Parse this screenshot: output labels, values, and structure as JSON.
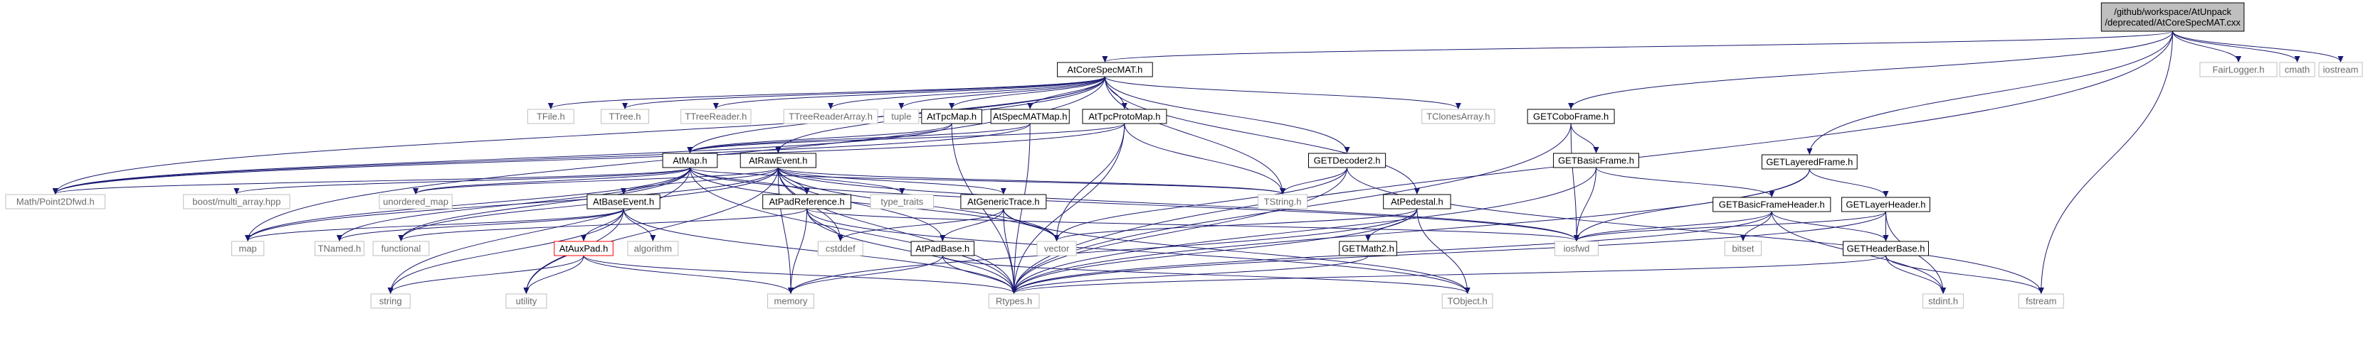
{
  "graph": {
    "nodes": [
      {
        "id": "root",
        "lines": [
          "/github/workspace/AtUnpack",
          "/deprecated/AtCoreSpecMAT.cxx"
        ],
        "kind": "focus"
      },
      {
        "id": "AtCoreSpecMAT",
        "lines": [
          "AtCoreSpecMAT.h"
        ],
        "kind": "normal"
      },
      {
        "id": "FairLogger",
        "lines": [
          "FairLogger.h"
        ],
        "kind": "external"
      },
      {
        "id": "cmath",
        "lines": [
          "cmath"
        ],
        "kind": "external"
      },
      {
        "id": "iostream",
        "lines": [
          "iostream"
        ],
        "kind": "external"
      },
      {
        "id": "TFile",
        "lines": [
          "TFile.h"
        ],
        "kind": "external"
      },
      {
        "id": "TTree",
        "lines": [
          "TTree.h"
        ],
        "kind": "external"
      },
      {
        "id": "TTreeReader",
        "lines": [
          "TTreeReader.h"
        ],
        "kind": "external"
      },
      {
        "id": "TTreeReaderArray",
        "lines": [
          "TTreeReaderArray.h"
        ],
        "kind": "external"
      },
      {
        "id": "tuple",
        "lines": [
          "tuple"
        ],
        "kind": "external"
      },
      {
        "id": "AtTpcMap",
        "lines": [
          "AtTpcMap.h"
        ],
        "kind": "normal"
      },
      {
        "id": "AtSpecMATMap",
        "lines": [
          "AtSpecMATMap.h"
        ],
        "kind": "normal"
      },
      {
        "id": "AtTpcProtoMap",
        "lines": [
          "AtTpcProtoMap.h"
        ],
        "kind": "normal"
      },
      {
        "id": "TClonesArray",
        "lines": [
          "TClonesArray.h"
        ],
        "kind": "external"
      },
      {
        "id": "GETCoboFrame",
        "lines": [
          "GETCoboFrame.h"
        ],
        "kind": "normal"
      },
      {
        "id": "GETBasicFrame",
        "lines": [
          "GETBasicFrame.h"
        ],
        "kind": "normal"
      },
      {
        "id": "GETLayeredFrame",
        "lines": [
          "GETLayeredFrame.h"
        ],
        "kind": "normal"
      },
      {
        "id": "GETDecoder2",
        "lines": [
          "GETDecoder2.h"
        ],
        "kind": "normal"
      },
      {
        "id": "AtMap",
        "lines": [
          "AtMap.h"
        ],
        "kind": "normal"
      },
      {
        "id": "AtRawEvent",
        "lines": [
          "AtRawEvent.h"
        ],
        "kind": "normal"
      },
      {
        "id": "MathPoint2Dfwd",
        "lines": [
          "Math/Point2Dfwd.h"
        ],
        "kind": "external"
      },
      {
        "id": "boostmulti",
        "lines": [
          "boost/multi_array.hpp"
        ],
        "kind": "external"
      },
      {
        "id": "unordered_map",
        "lines": [
          "unordered_map"
        ],
        "kind": "external"
      },
      {
        "id": "AtBaseEvent",
        "lines": [
          "AtBaseEvent.h"
        ],
        "kind": "normal"
      },
      {
        "id": "AtPadReference",
        "lines": [
          "AtPadReference.h"
        ],
        "kind": "normal"
      },
      {
        "id": "type_traits",
        "lines": [
          "type_traits"
        ],
        "kind": "external"
      },
      {
        "id": "AtGenericTrace",
        "lines": [
          "AtGenericTrace.h"
        ],
        "kind": "normal"
      },
      {
        "id": "TString",
        "lines": [
          "TString.h"
        ],
        "kind": "external"
      },
      {
        "id": "AtPedestal",
        "lines": [
          "AtPedestal.h"
        ],
        "kind": "normal"
      },
      {
        "id": "GETBasicFrameHeader",
        "lines": [
          "GETBasicFrameHeader.h"
        ],
        "kind": "normal"
      },
      {
        "id": "GETLayerHeader",
        "lines": [
          "GETLayerHeader.h"
        ],
        "kind": "normal"
      },
      {
        "id": "map",
        "lines": [
          "map"
        ],
        "kind": "external"
      },
      {
        "id": "TNamed",
        "lines": [
          "TNamed.h"
        ],
        "kind": "external"
      },
      {
        "id": "functional",
        "lines": [
          "functional"
        ],
        "kind": "external"
      },
      {
        "id": "AtAuxPad",
        "lines": [
          "AtAuxPad.h"
        ],
        "kind": "truncated"
      },
      {
        "id": "algorithm",
        "lines": [
          "algorithm"
        ],
        "kind": "external"
      },
      {
        "id": "cstddef",
        "lines": [
          "cstddef"
        ],
        "kind": "external"
      },
      {
        "id": "AtPadBase",
        "lines": [
          "AtPadBase.h"
        ],
        "kind": "normal"
      },
      {
        "id": "vector",
        "lines": [
          "vector"
        ],
        "kind": "external"
      },
      {
        "id": "GETMath2",
        "lines": [
          "GETMath2.h"
        ],
        "kind": "normal"
      },
      {
        "id": "iosfwd",
        "lines": [
          "iosfwd"
        ],
        "kind": "external"
      },
      {
        "id": "bitset",
        "lines": [
          "bitset"
        ],
        "kind": "external"
      },
      {
        "id": "GETHeaderBase",
        "lines": [
          "GETHeaderBase.h"
        ],
        "kind": "normal"
      },
      {
        "id": "string",
        "lines": [
          "string"
        ],
        "kind": "external"
      },
      {
        "id": "utility",
        "lines": [
          "utility"
        ],
        "kind": "external"
      },
      {
        "id": "memory",
        "lines": [
          "memory"
        ],
        "kind": "external"
      },
      {
        "id": "Rtypes",
        "lines": [
          "Rtypes.h"
        ],
        "kind": "external"
      },
      {
        "id": "TObject",
        "lines": [
          "TObject.h"
        ],
        "kind": "external"
      },
      {
        "id": "stdint",
        "lines": [
          "stdint.h"
        ],
        "kind": "external"
      },
      {
        "id": "fstream",
        "lines": [
          "fstream"
        ],
        "kind": "external"
      }
    ],
    "edges": [
      [
        "root",
        "AtCoreSpecMAT"
      ],
      [
        "root",
        "FairLogger"
      ],
      [
        "root",
        "cmath"
      ],
      [
        "root",
        "iostream"
      ],
      [
        "root",
        "GETCoboFrame"
      ],
      [
        "root",
        "GETLayeredFrame"
      ],
      [
        "root",
        "Rtypes"
      ],
      [
        "root",
        "fstream"
      ],
      [
        "AtCoreSpecMAT",
        "TFile"
      ],
      [
        "AtCoreSpecMAT",
        "TTree"
      ],
      [
        "AtCoreSpecMAT",
        "TTreeReader"
      ],
      [
        "AtCoreSpecMAT",
        "TTreeReaderArray"
      ],
      [
        "AtCoreSpecMAT",
        "tuple"
      ],
      [
        "AtCoreSpecMAT",
        "AtTpcMap"
      ],
      [
        "AtCoreSpecMAT",
        "AtSpecMATMap"
      ],
      [
        "AtCoreSpecMAT",
        "AtTpcProtoMap"
      ],
      [
        "AtCoreSpecMAT",
        "TClonesArray"
      ],
      [
        "AtCoreSpecMAT",
        "GETDecoder2"
      ],
      [
        "AtCoreSpecMAT",
        "AtPedestal"
      ],
      [
        "AtCoreSpecMAT",
        "AtMap"
      ],
      [
        "AtCoreSpecMAT",
        "AtRawEvent"
      ],
      [
        "AtCoreSpecMAT",
        "MathPoint2Dfwd"
      ],
      [
        "AtCoreSpecMAT",
        "TString"
      ],
      [
        "AtCoreSpecMAT",
        "map"
      ],
      [
        "AtTpcMap",
        "AtMap"
      ],
      [
        "AtTpcMap",
        "MathPoint2Dfwd"
      ],
      [
        "AtTpcMap",
        "Rtypes"
      ],
      [
        "AtSpecMATMap",
        "AtMap"
      ],
      [
        "AtSpecMATMap",
        "MathPoint2Dfwd"
      ],
      [
        "AtSpecMATMap",
        "Rtypes"
      ],
      [
        "AtTpcProtoMap",
        "AtMap"
      ],
      [
        "AtTpcProtoMap",
        "MathPoint2Dfwd"
      ],
      [
        "AtTpcProtoMap",
        "TString"
      ],
      [
        "AtTpcProtoMap",
        "vector"
      ],
      [
        "AtTpcProtoMap",
        "Rtypes"
      ],
      [
        "AtMap",
        "MathPoint2Dfwd"
      ],
      [
        "AtMap",
        "boostmulti"
      ],
      [
        "AtMap",
        "unordered_map"
      ],
      [
        "AtMap",
        "AtPadReference"
      ],
      [
        "AtMap",
        "TString"
      ],
      [
        "AtMap",
        "map"
      ],
      [
        "AtMap",
        "TNamed"
      ],
      [
        "AtMap",
        "functional"
      ],
      [
        "AtMap",
        "string"
      ],
      [
        "AtMap",
        "vector"
      ],
      [
        "AtMap",
        "iosfwd"
      ],
      [
        "AtMap",
        "Rtypes"
      ],
      [
        "AtRawEvent",
        "AtBaseEvent"
      ],
      [
        "AtRawEvent",
        "AtPadReference"
      ],
      [
        "AtRawEvent",
        "type_traits"
      ],
      [
        "AtRawEvent",
        "AtGenericTrace"
      ],
      [
        "AtRawEvent",
        "unordered_map"
      ],
      [
        "AtRawEvent",
        "map"
      ],
      [
        "AtRawEvent",
        "functional"
      ],
      [
        "AtRawEvent",
        "utility"
      ],
      [
        "AtRawEvent",
        "memory"
      ],
      [
        "AtRawEvent",
        "cstddef"
      ],
      [
        "AtRawEvent",
        "AtPadBase"
      ],
      [
        "AtRawEvent",
        "vector"
      ],
      [
        "AtRawEvent",
        "Rtypes"
      ],
      [
        "AtRawEvent",
        "TString"
      ],
      [
        "AtRawEvent",
        "iosfwd"
      ],
      [
        "AtBaseEvent",
        "AtAuxPad"
      ],
      [
        "AtBaseEvent",
        "algorithm"
      ],
      [
        "AtBaseEvent",
        "map"
      ],
      [
        "AtBaseEvent",
        "TNamed"
      ],
      [
        "AtBaseEvent",
        "string"
      ],
      [
        "AtBaseEvent",
        "utility"
      ],
      [
        "AtBaseEvent",
        "Rtypes"
      ],
      [
        "AtAuxPad",
        "string"
      ],
      [
        "AtAuxPad",
        "utility"
      ],
      [
        "AtAuxPad",
        "memory"
      ],
      [
        "AtAuxPad",
        "Rtypes"
      ],
      [
        "AtPadReference",
        "functional"
      ],
      [
        "AtPadReference",
        "cstddef"
      ],
      [
        "AtPadReference",
        "memory"
      ],
      [
        "AtPadReference",
        "iosfwd"
      ],
      [
        "AtPadReference",
        "Rtypes"
      ],
      [
        "AtPadReference",
        "TObject"
      ],
      [
        "AtGenericTrace",
        "AtPadBase"
      ],
      [
        "AtGenericTrace",
        "cstddef"
      ],
      [
        "AtGenericTrace",
        "vector"
      ],
      [
        "AtGenericTrace",
        "Rtypes"
      ],
      [
        "AtGenericTrace",
        "TObject"
      ],
      [
        "AtPadBase",
        "memory"
      ],
      [
        "AtPadBase",
        "Rtypes"
      ],
      [
        "AtPadBase",
        "TObject"
      ],
      [
        "GETDecoder2",
        "TString"
      ],
      [
        "GETDecoder2",
        "vector"
      ],
      [
        "GETDecoder2",
        "Rtypes"
      ],
      [
        "GETDecoder2",
        "fstream"
      ],
      [
        "AtPedestal",
        "GETMath2"
      ],
      [
        "AtPedestal",
        "vector"
      ],
      [
        "AtPedestal",
        "memory"
      ],
      [
        "AtPedestal",
        "Rtypes"
      ],
      [
        "AtPedestal",
        "TObject"
      ],
      [
        "GETMath2",
        "Rtypes"
      ],
      [
        "GETCoboFrame",
        "GETBasicFrame"
      ],
      [
        "GETCoboFrame",
        "iosfwd"
      ],
      [
        "GETCoboFrame",
        "Rtypes"
      ],
      [
        "GETBasicFrame",
        "GETBasicFrameHeader"
      ],
      [
        "GETBasicFrame",
        "iosfwd"
      ],
      [
        "GETBasicFrame",
        "Rtypes"
      ],
      [
        "GETBasicFrameHeader",
        "GETHeaderBase"
      ],
      [
        "GETBasicFrameHeader",
        "iosfwd"
      ],
      [
        "GETBasicFrameHeader",
        "bitset"
      ],
      [
        "GETBasicFrameHeader",
        "stdint"
      ],
      [
        "GETBasicFrameHeader",
        "Rtypes"
      ],
      [
        "GETLayeredFrame",
        "GETLayerHeader"
      ],
      [
        "GETLayeredFrame",
        "iosfwd"
      ],
      [
        "GETLayeredFrame",
        "Rtypes"
      ],
      [
        "GETLayerHeader",
        "GETHeaderBase"
      ],
      [
        "GETLayerHeader",
        "iosfwd"
      ],
      [
        "GETLayerHeader",
        "stdint"
      ],
      [
        "GETLayerHeader",
        "Rtypes"
      ],
      [
        "GETHeaderBase",
        "Rtypes"
      ],
      [
        "GETHeaderBase",
        "stdint"
      ],
      [
        "GETHeaderBase",
        "fstream"
      ]
    ]
  }
}
